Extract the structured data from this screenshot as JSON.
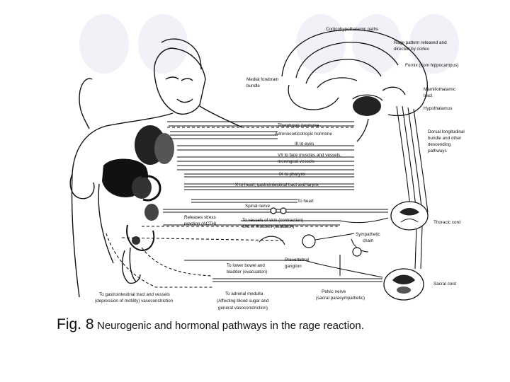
{
  "caption": {
    "number": "Fig. 8",
    "text": "Neurogenic and hormonal pathways in the rage reaction."
  },
  "labels": {
    "corticohypothalamic": "Corticohypothalamic paths",
    "rage_1": "Rage pattern released and",
    "rage_2": "directed by cortex",
    "fornix": "Fornix (from hippocampus)",
    "medial_1": "Medial forebrain",
    "medial_2": "bundle",
    "mamillo_1": "Mamillothalamic",
    "mamillo_2": "tract",
    "hypothalamus": "Hypothalamus",
    "thyrotropic": "Thyrotropic hormone",
    "adrenocorticotropic": "Adrenocorticotropic hormone",
    "iii": "III to eyes",
    "vii_1": "VII to face muscles and vessels,",
    "vii_2": "meningeal vessels",
    "dorsal_1": "Dorsal longitudinal",
    "dorsal_2": "bundle and other",
    "dorsal_3": "descending",
    "dorsal_4": "pathways",
    "ix": "IX to pharynx",
    "x": "X to heart, gastrointestinal tract and larynx",
    "heart": "To heart",
    "spinal": "Spinal nerve",
    "releases_1": "Releases stress",
    "releases_2": "reaction (ACTH)",
    "skin_1": "To vessels of skin (contraction)",
    "skin_2": "and of muscles (dilatation)",
    "sympathetic_1": "Sympathetic",
    "sympathetic_2": "chain",
    "thoracic": "Thoracic cord",
    "prevertebral_1": "Prevertebral",
    "prevertebral_2": "ganglion",
    "bowel_1": "To lower bowel and",
    "bowel_2": "bladder (evacuation)",
    "sacral": "Sacral cord",
    "gi_1": "To gastrointestinal tract and vessels",
    "gi_2": "(depression of motility) vasoconstriction",
    "adrenal_1": "To adrenal medulla",
    "adrenal_2": "(Affecting blood sugar and",
    "adrenal_3": "general vasoconstriction)",
    "pelvic_1": "Pelvic nerve",
    "pelvic_2": "(sacral parasympathetic)"
  }
}
